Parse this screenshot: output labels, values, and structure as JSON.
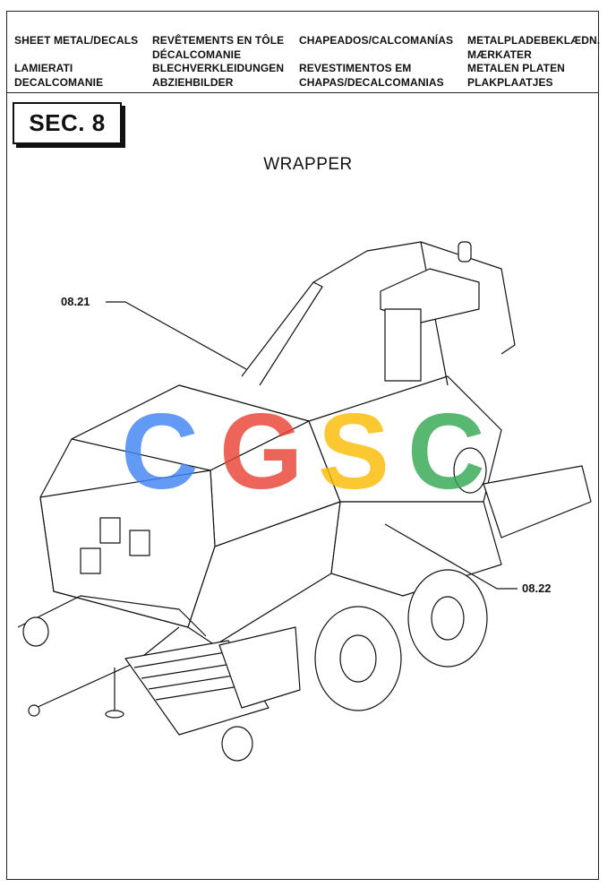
{
  "header": {
    "col1": [
      "SHEET METAL/DECALS",
      "",
      "LAMIERATI",
      "DECALCOMANIE"
    ],
    "col2": [
      "REVÊTEMENTS EN TÔLE",
      "DÉCALCOMANIE",
      "BLECHVERKLEIDUNGEN",
      "ABZIEHBILDER"
    ],
    "col3": [
      "CHAPEADOS/CALCOMANÍAS",
      "",
      "REVESTIMENTOS EM",
      "CHAPAS/DECALCOMANIAS"
    ],
    "col4": [
      "METALPLADEBEKLÆDN.",
      "MÆRKATER",
      "METALEN PLATEN",
      "PLAKPLAATJES"
    ]
  },
  "section": {
    "label": "SEC. 8"
  },
  "page_title": "WRAPPER",
  "callouts": {
    "left": "08.21",
    "right": "08.22"
  },
  "watermark": {
    "letters": [
      "C",
      "G",
      "S",
      "C"
    ],
    "colors": [
      "#4285F4",
      "#EA4335",
      "#FBBC05",
      "#34A853"
    ]
  }
}
